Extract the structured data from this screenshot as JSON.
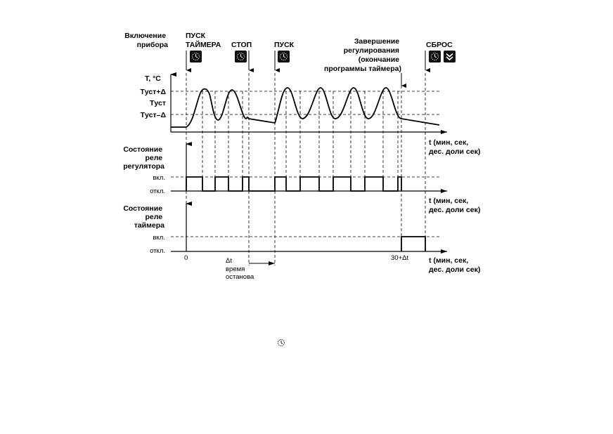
{
  "events": {
    "power_on": [
      "Включение",
      "прибора"
    ],
    "timer_start": [
      "ПУСК",
      "ТАЙМЕРА"
    ],
    "stop": "СТОП",
    "start": "ПУСК",
    "end_regulation": [
      "Завершение",
      "регулирования",
      "(окончание",
      "программы таймера)"
    ],
    "reset": "СБРОС"
  },
  "temperature_axis": {
    "label": "T, °C",
    "t_set_plus": "Tуст+Δ",
    "t_set": "Tуст",
    "t_set_minus": "Tуст–Δ"
  },
  "time_axis_label": [
    "t (мин, сек,",
    "дес. доли сек)"
  ],
  "regulator_relay": {
    "title": [
      "Состояние",
      "реле",
      "регулятора"
    ],
    "on": "вкл.",
    "off": "откл."
  },
  "timer_relay": {
    "title": [
      "Состояние",
      "реле",
      "таймера"
    ],
    "on": "вкл.",
    "off": "откл."
  },
  "ticks": {
    "zero": "0",
    "end": "30+Δt",
    "delta": "Δt",
    "stop_time": [
      "время",
      "останова"
    ]
  },
  "icon_names": [
    "timer-icon",
    "timer-icon",
    "timer-icon",
    "timer-icon",
    "double-chevron-down-icon",
    "small-timer-icon"
  ]
}
